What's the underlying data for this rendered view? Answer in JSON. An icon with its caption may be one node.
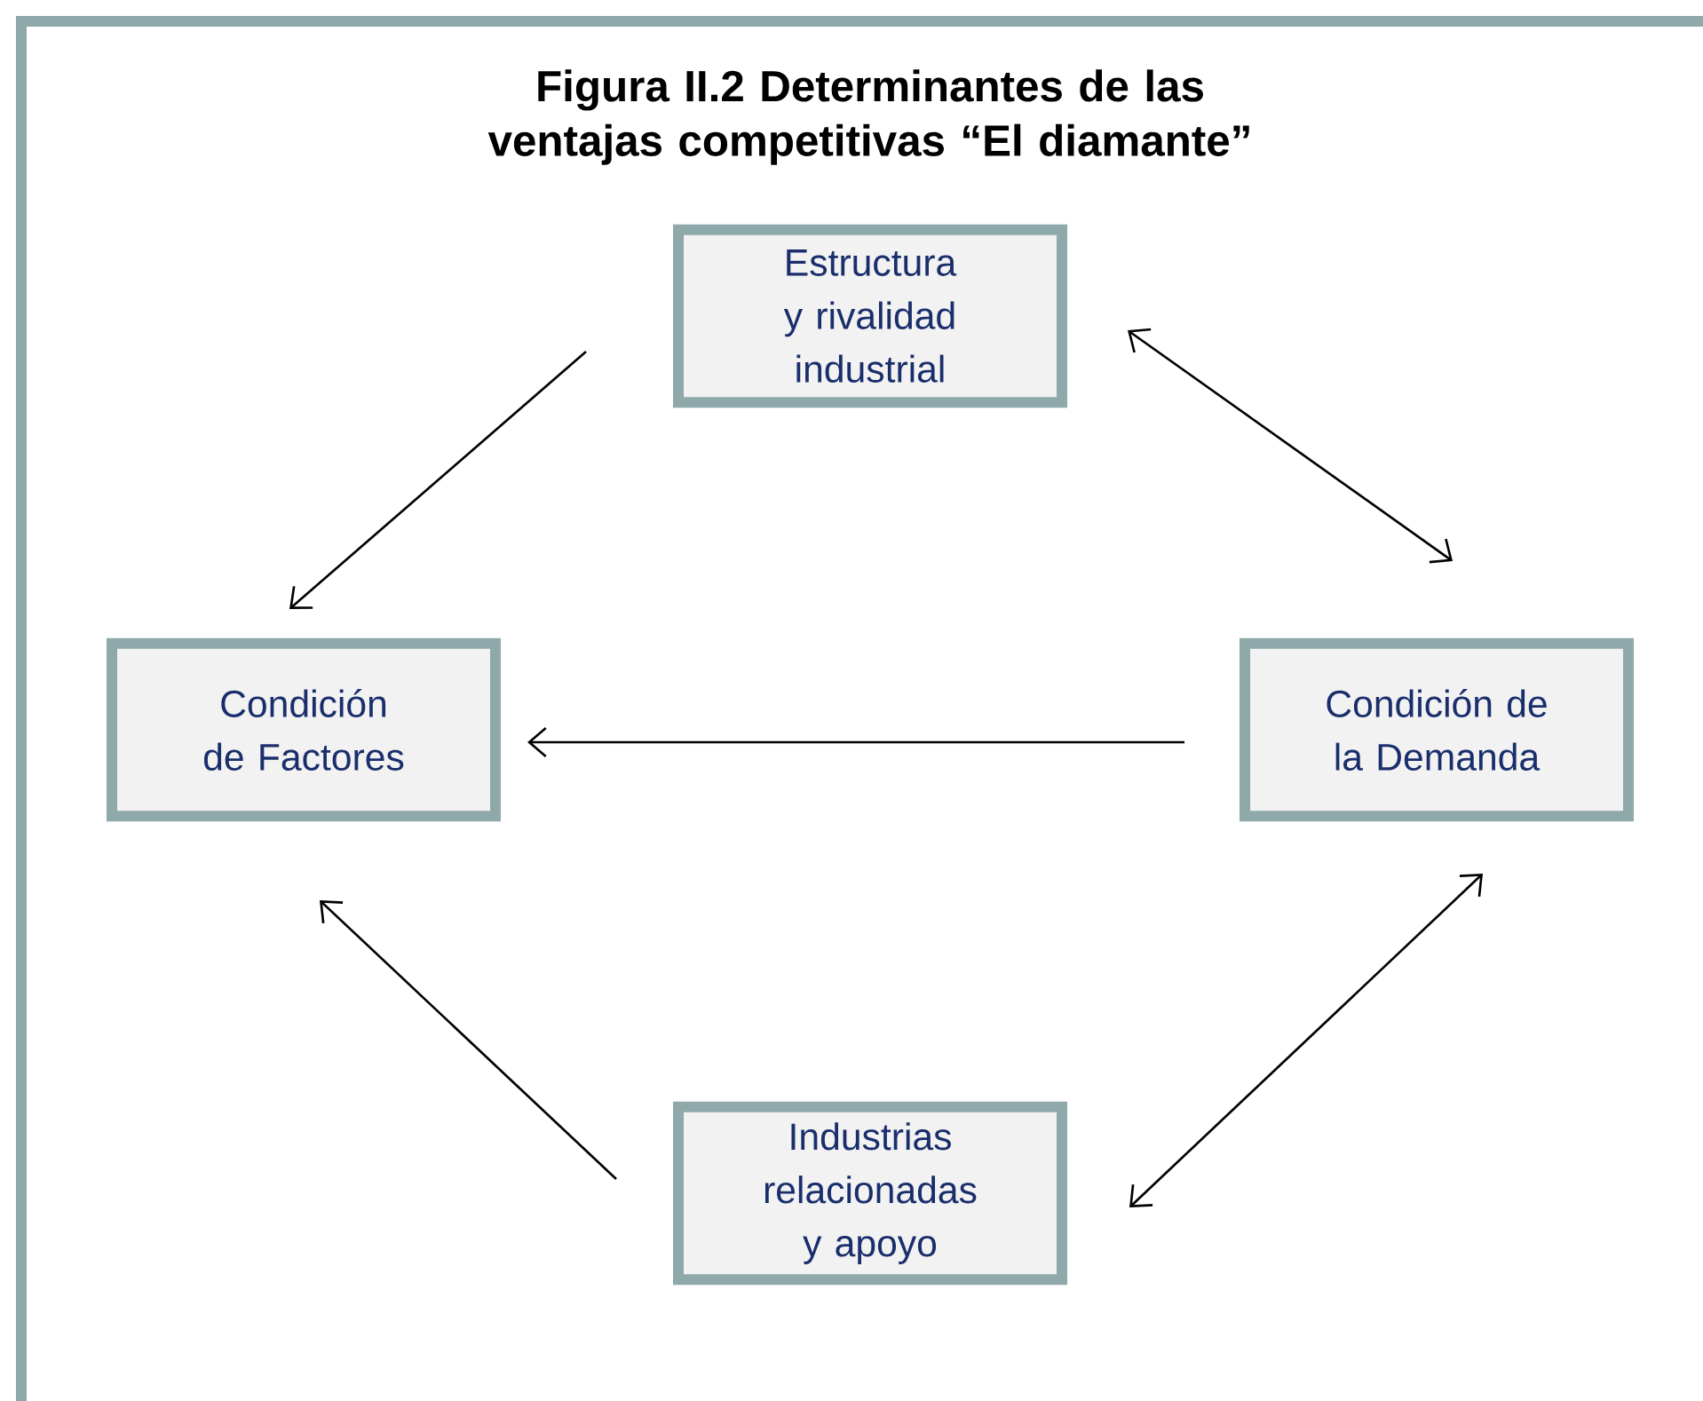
{
  "diagram": {
    "title": "Figura II.2 Determinantes de las ventajas competitivas “El diamante”",
    "nodes": [
      {
        "text": [
          "Estructura y rivalidad industrial"
        ]
      },
      {
        "text": [
          "Condición de Factores"
        ]
      },
      {
        "text": [
          "Condición de la Demanda"
        ]
      },
      {
        "text": [
          "Industrias relacionadas y apoyo"
        ]
      }
    ],
    "edges": [
      {
        "from": 0,
        "to": 1,
        "arrow": "to"
      },
      {
        "from": 0,
        "to": 2,
        "arrow": "both"
      },
      {
        "from": 2,
        "to": 1,
        "arrow": "to"
      },
      {
        "from": 3,
        "to": 1,
        "arrow": "to"
      },
      {
        "from": 3,
        "to": 2,
        "arrow": "both"
      }
    ]
  }
}
